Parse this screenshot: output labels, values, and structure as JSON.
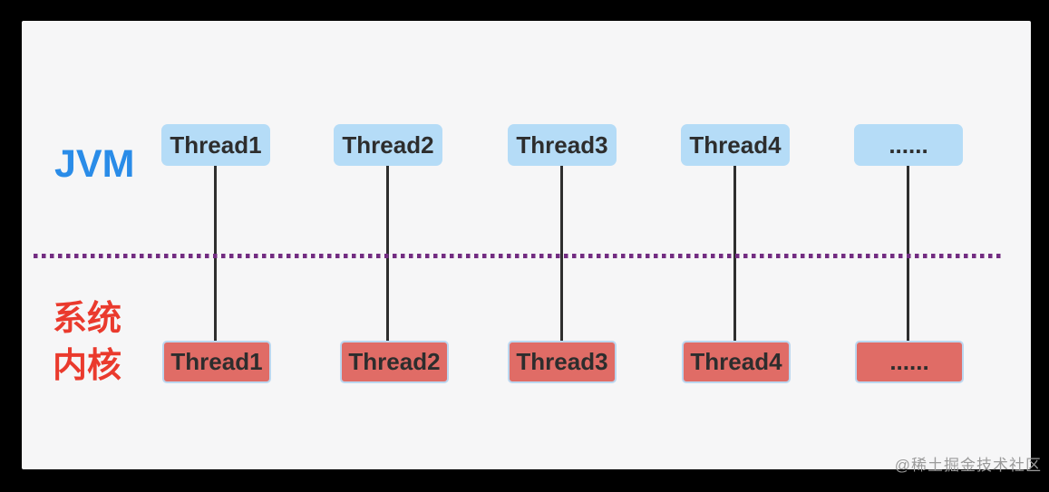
{
  "diagram": {
    "title_semantics": "JVM threads mapped one-to-one to system kernel threads",
    "jvm_section": {
      "label": "JVM"
    },
    "kernel_section": {
      "label_line1": "系统",
      "label_line2": "内核"
    },
    "jvm_threads": [
      "Thread1",
      "Thread2",
      "Thread3",
      "Thread4",
      "......"
    ],
    "kernel_threads": [
      "Thread1",
      "Thread2",
      "Thread3",
      "Thread4",
      "......"
    ],
    "watermark": "@稀土掘金技术社区",
    "colors": {
      "frame_bg": "#000000",
      "card_bg": "#f6f6f7",
      "jvm_label": "#2a8ce8",
      "kernel_label": "#ea3a2d",
      "jvm_box_fill": "#b5dcf7",
      "kernel_box_fill": "#e06c66",
      "kernel_box_border": "#bcd7ef",
      "divider_purple": "#732d82",
      "connector_line": "#2e2e2e",
      "box_text": "#2d2d2d",
      "watermark_gray": "#9b9b9b"
    }
  }
}
